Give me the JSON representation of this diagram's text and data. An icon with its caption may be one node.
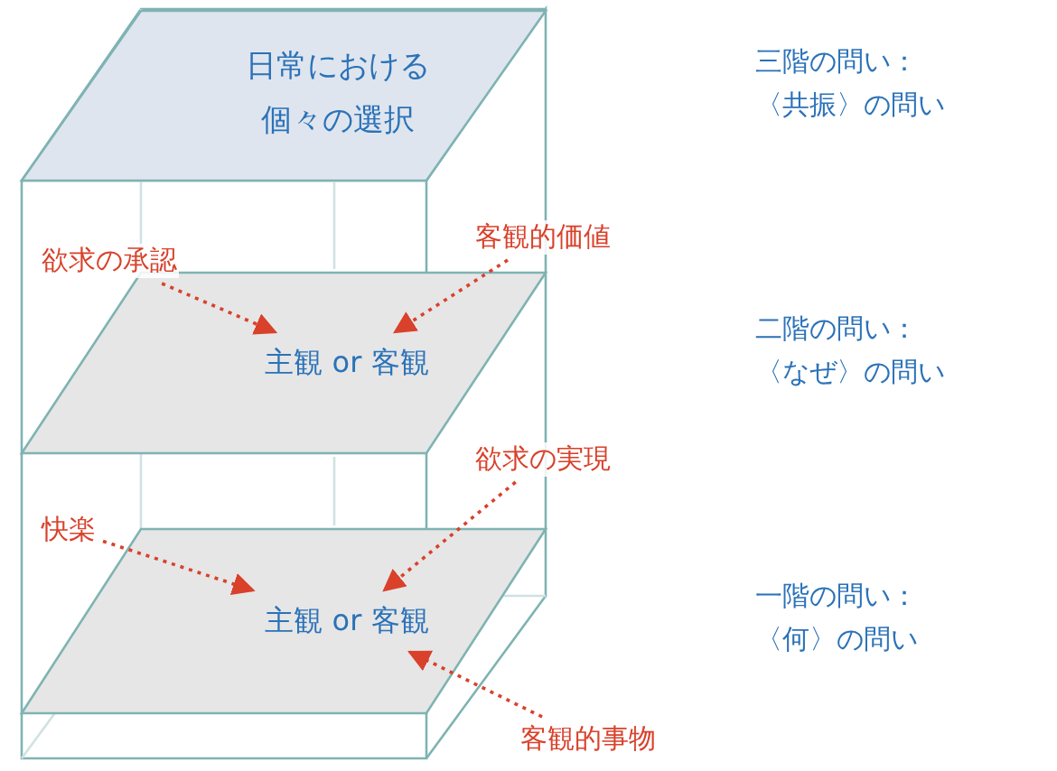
{
  "diagram": {
    "nodes": [
      {
        "text": [
          "日常における個々の選択"
        ]
      },
      {
        "text": [
          "主観 or 客観"
        ]
      },
      {
        "text": [
          "主観 or 客観"
        ]
      },
      {
        "text": [
          "客観的価値"
        ]
      },
      {
        "text": [
          "欲求の承認"
        ]
      },
      {
        "text": [
          "欲求の実現"
        ]
      },
      {
        "text": [
          "快楽"
        ]
      },
      {
        "text": [
          "客観的事物"
        ]
      }
    ],
    "edges": [
      {
        "from": 3,
        "to": 1,
        "arrow": "to",
        "style": "dashed",
        "color": "#d9412b"
      },
      {
        "from": 4,
        "to": 1,
        "arrow": "to",
        "style": "dashed",
        "color": "#d9412b"
      },
      {
        "from": 5,
        "to": 2,
        "arrow": "to",
        "style": "dashed",
        "color": "#d9412b"
      },
      {
        "from": 6,
        "to": 2,
        "arrow": "to",
        "style": "dashed",
        "color": "#d9412b"
      },
      {
        "from": 7,
        "to": 2,
        "arrow": "to",
        "style": "dashed",
        "color": "#d9412b"
      }
    ],
    "labels": [
      "三階の問い：〈共振〉の問い",
      "二階の問い：〈なぜ〉の問い",
      "一階の問い：〈何〉の問い"
    ]
  }
}
